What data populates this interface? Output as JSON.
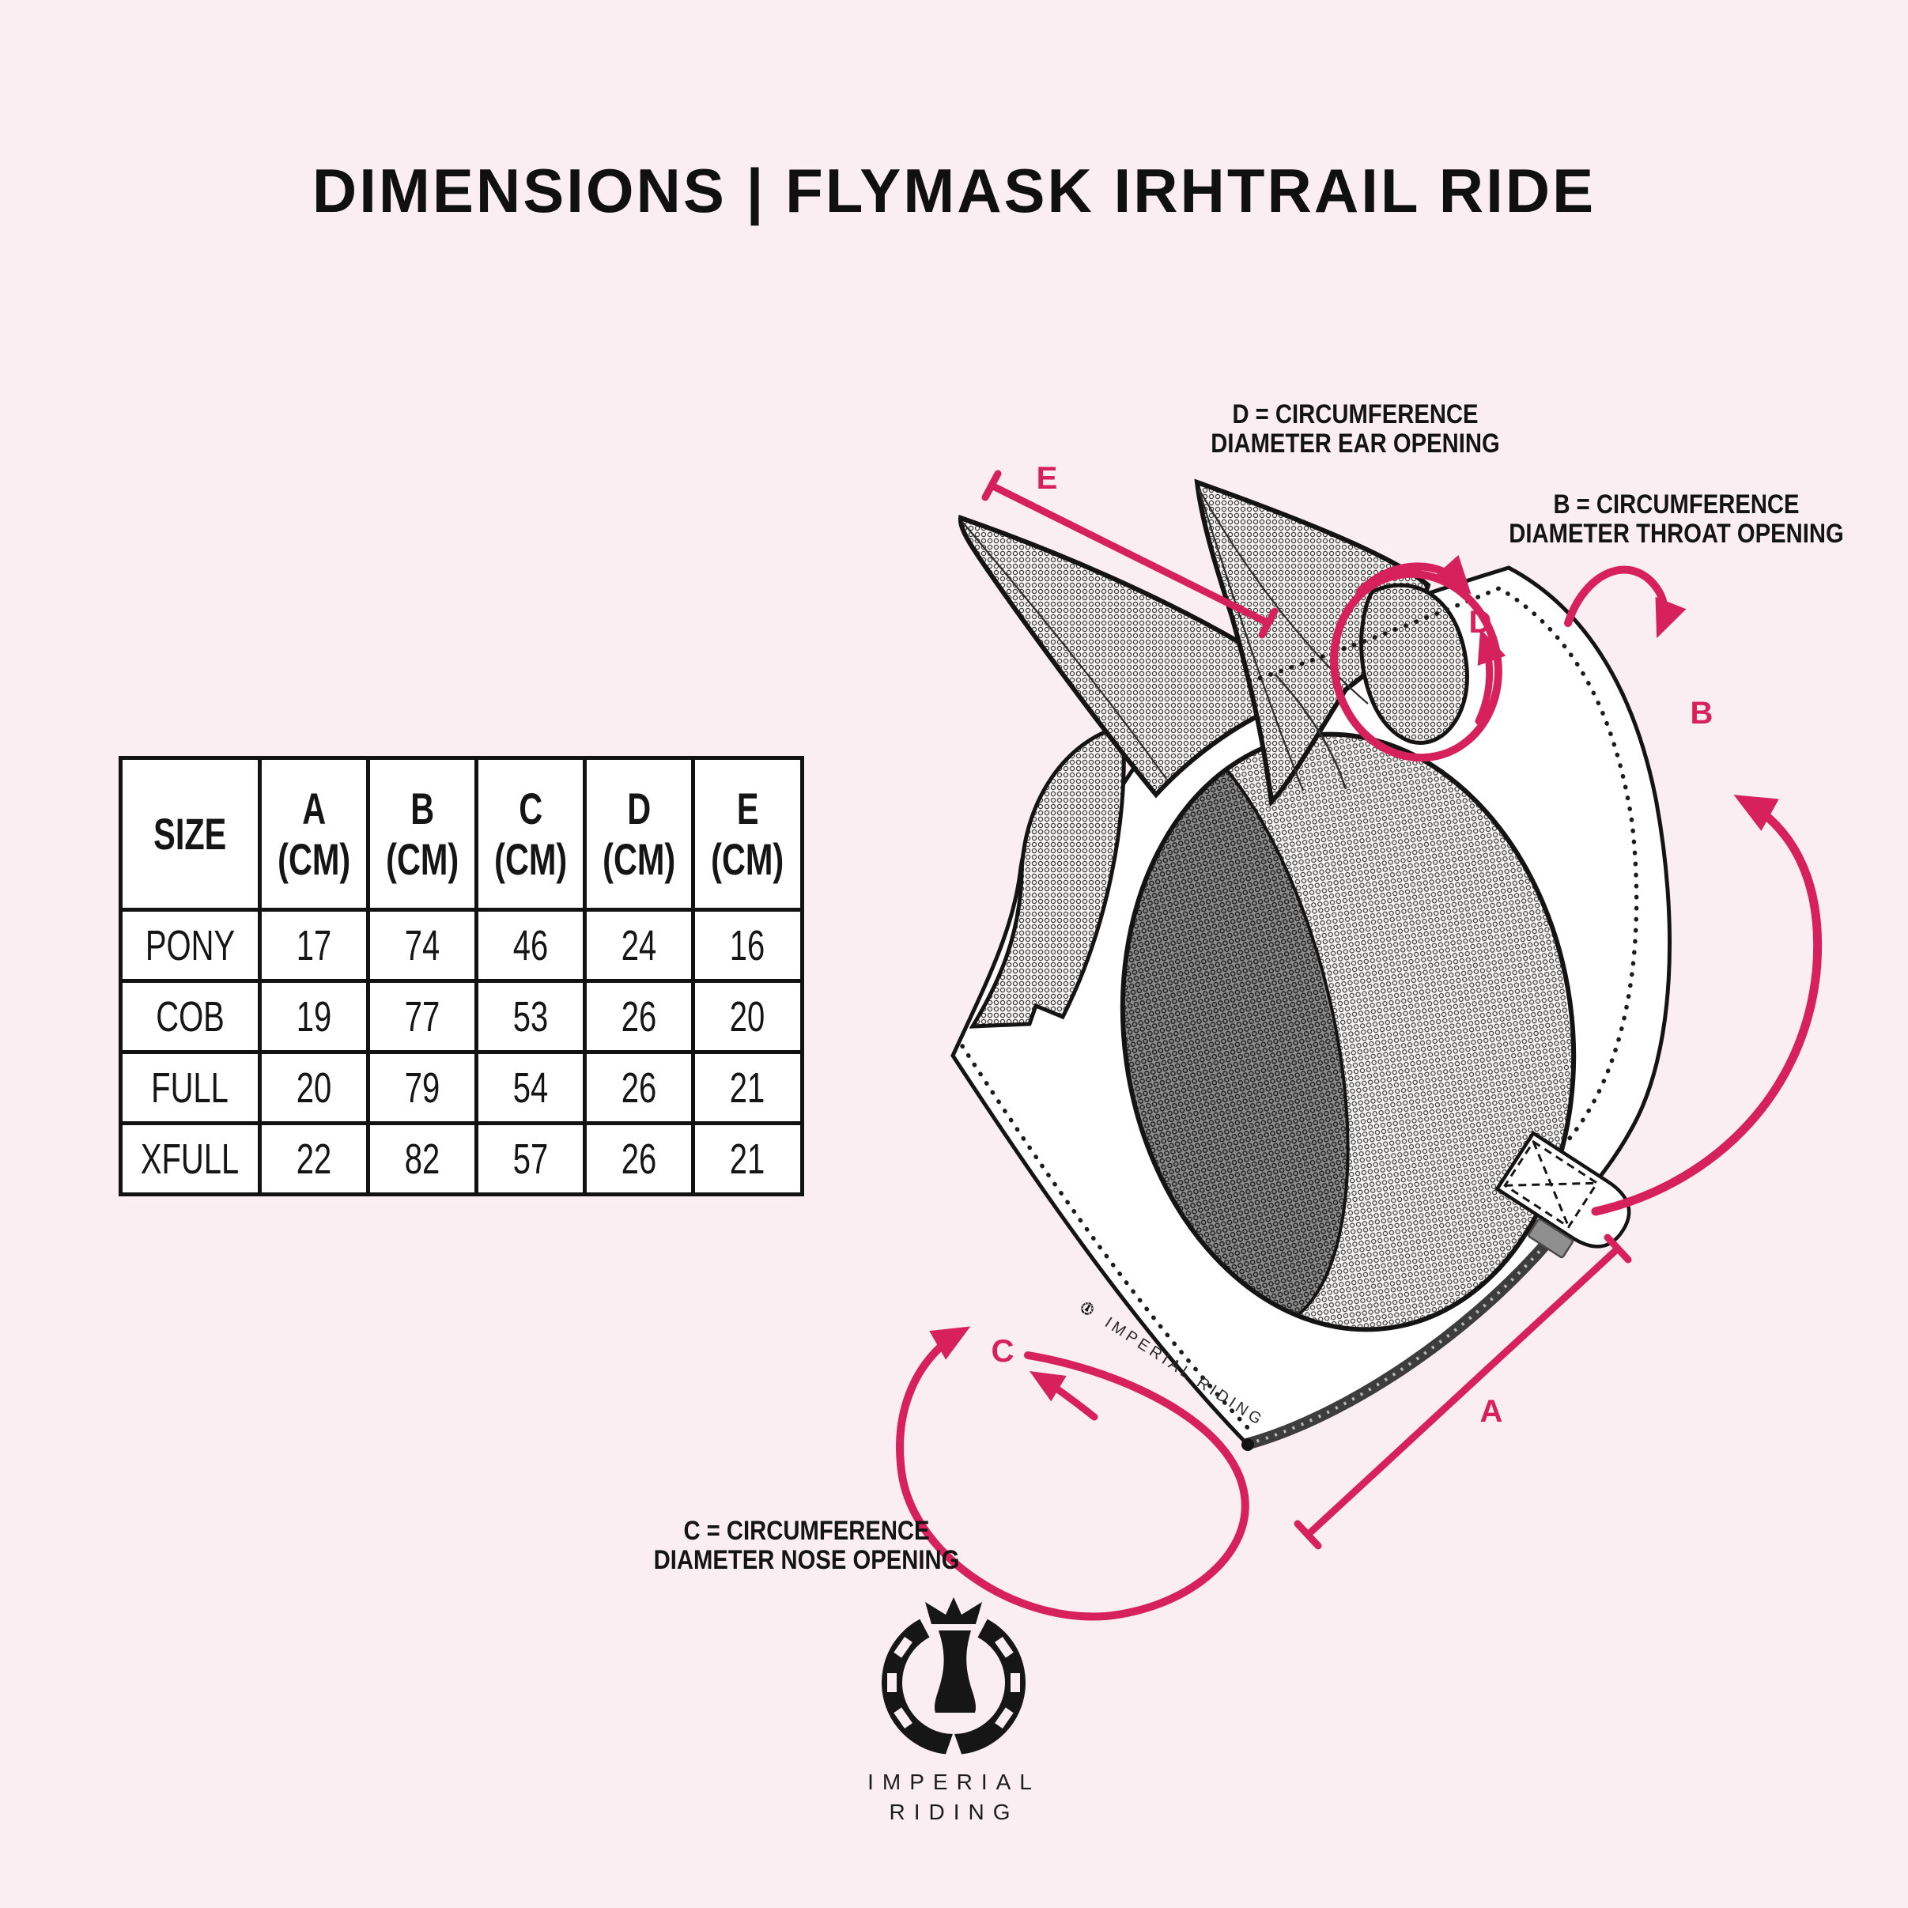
{
  "page": {
    "title": "DIMENSIONS | FLYMASK IRHTRAIL RIDE"
  },
  "size_table": {
    "columns": [
      {
        "label": "SIZE",
        "unit": ""
      },
      {
        "label": "A",
        "unit": "(CM)"
      },
      {
        "label": "B",
        "unit": "(CM)"
      },
      {
        "label": "C",
        "unit": "(CM)"
      },
      {
        "label": "D",
        "unit": "(CM)"
      },
      {
        "label": "E",
        "unit": "(CM)"
      }
    ],
    "rows": [
      [
        "PONY",
        "17",
        "74",
        "46",
        "24",
        "16"
      ],
      [
        "COB",
        "19",
        "77",
        "53",
        "26",
        "20"
      ],
      [
        "FULL",
        "20",
        "79",
        "54",
        "26",
        "21"
      ],
      [
        "XFULL",
        "22",
        "82",
        "57",
        "26",
        "21"
      ]
    ]
  },
  "annotations": {
    "ear": {
      "line1": "D = CIRCUMFERENCE",
      "line2": "DIAMETER EAR OPENING"
    },
    "throat": {
      "line1": "B = CIRCUMFERENCE",
      "line2": "DIAMETER THROAT OPENING"
    },
    "nose": {
      "line1": "C = CIRCUMFERENCE",
      "line2": "DIAMETER NOSE OPENING"
    }
  },
  "measures": {
    "a": "A",
    "b": "B",
    "c": "C",
    "d": "D",
    "e": "E"
  },
  "brand": {
    "edge_text": "IMPERIAL RIDING",
    "logo_line1": "IMPERIAL",
    "logo_line2": "RIDING"
  },
  "colors": {
    "background": "#FBEEF3",
    "accent": "#D6215C",
    "ink": "#141414"
  }
}
